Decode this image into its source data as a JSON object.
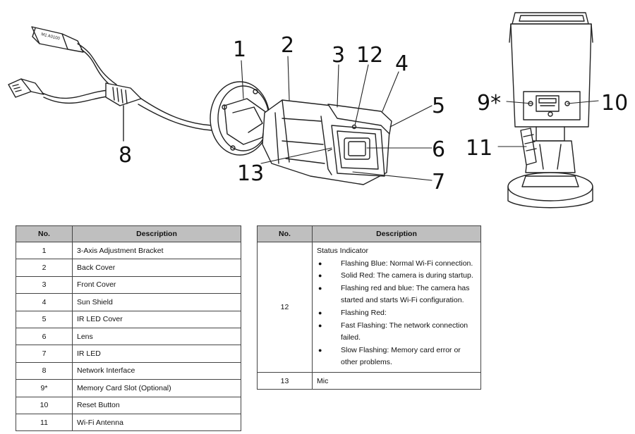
{
  "diagram": {
    "callouts": {
      "c1": "1",
      "c2": "2",
      "c3": "3",
      "c12": "12",
      "c4": "4",
      "c5": "5",
      "c6": "6",
      "c7": "7",
      "c8": "8",
      "c13": "13",
      "c9": "9*",
      "c10": "10",
      "c11": "11"
    }
  },
  "table_left": {
    "headers": {
      "no": "No.",
      "description": "Description"
    },
    "rows": [
      {
        "no": "1",
        "description": "3-Axis Adjustment Bracket"
      },
      {
        "no": "2",
        "description": "Back Cover"
      },
      {
        "no": "3",
        "description": "Front Cover"
      },
      {
        "no": "4",
        "description": "Sun Shield"
      },
      {
        "no": "5",
        "description": "IR LED Cover"
      },
      {
        "no": "6",
        "description": "Lens"
      },
      {
        "no": "7",
        "description": "IR LED"
      },
      {
        "no": "8",
        "description": "Network Interface"
      },
      {
        "no": "9*",
        "description": "Memory Card Slot (Optional)"
      },
      {
        "no": "10",
        "description": "Reset Button"
      },
      {
        "no": "11",
        "description": "Wi-Fi Antenna"
      }
    ]
  },
  "table_right": {
    "headers": {
      "no": "No.",
      "description": "Description"
    },
    "row12": {
      "no": "12",
      "title": "Status Indicator",
      "bullets": [
        "Flashing Blue: Normal Wi-Fi connection.",
        "Solid Red: The camera is during startup.",
        "Flashing red and blue: The camera has started and starts Wi-Fi configuration.",
        "Flashing Red:",
        "Fast Flashing: The network connection failed.",
        "Slow Flashing: Memory card error or other problems."
      ]
    },
    "row13": {
      "no": "13",
      "description": "Mic"
    }
  }
}
